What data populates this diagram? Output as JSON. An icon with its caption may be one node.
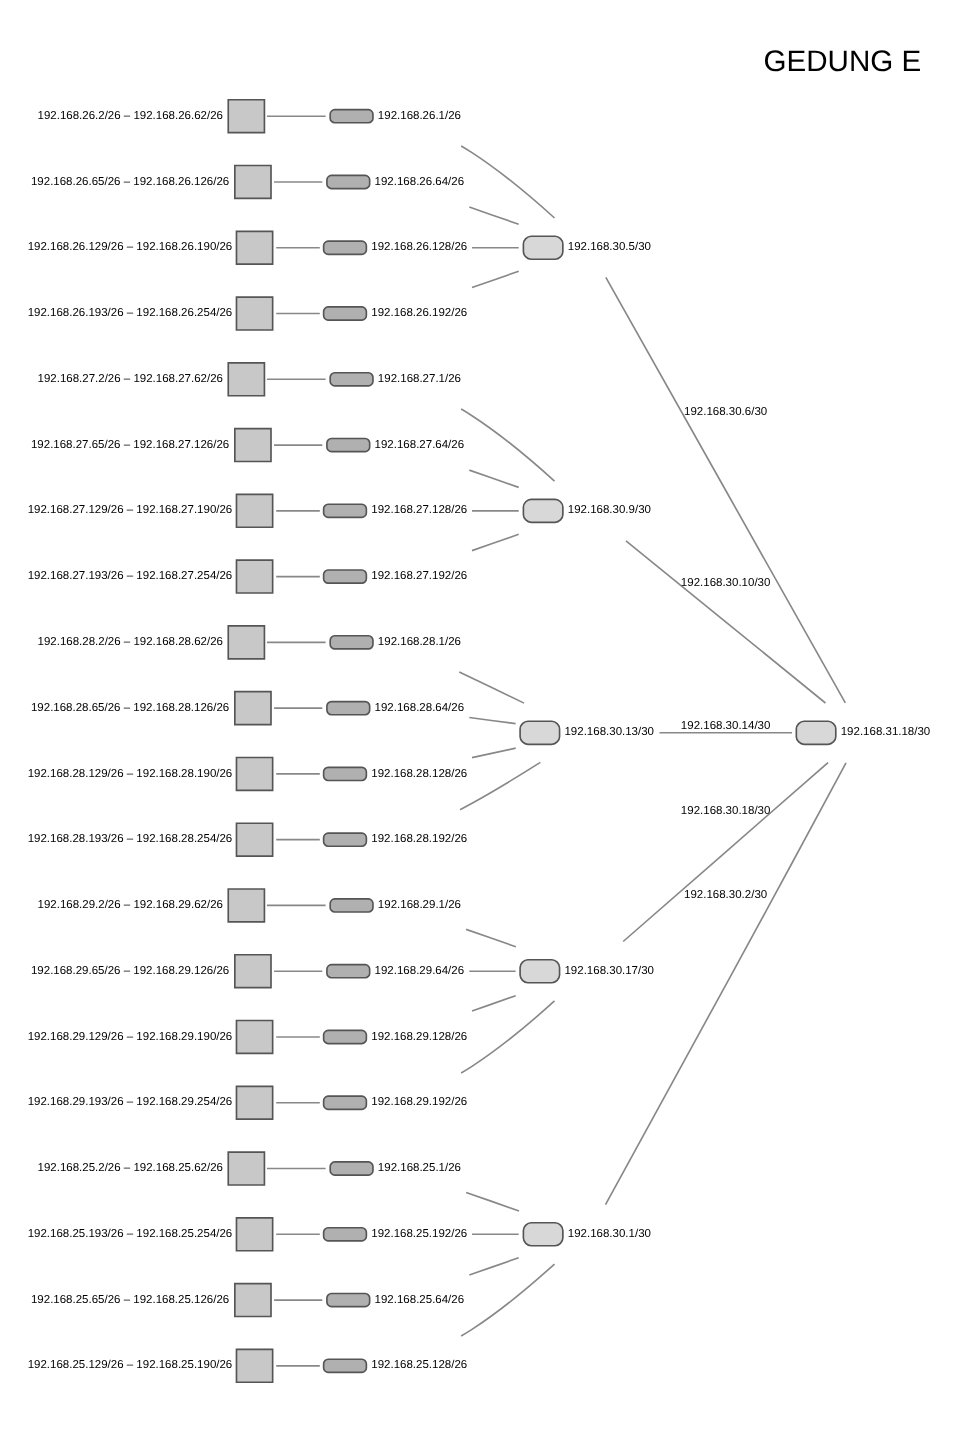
{
  "diagram": {
    "title": "GEDUNG E",
    "nodes": [
      {
        "text": [],
        "shape": "computer",
        "beside": [
          "192.168.25.2/26 – 192.168.25.62/26"
        ]
      },
      {
        "text": [],
        "shape": "switch",
        "beside": [
          "192.168.25.1/26"
        ]
      },
      {
        "text": [],
        "shape": "computer",
        "beside": [
          "192.168.25.65/26 – 192.168.25.126/26"
        ]
      },
      {
        "text": [],
        "shape": "switch",
        "beside": [
          "192.168.25.64/26"
        ]
      },
      {
        "text": [],
        "shape": "computer",
        "beside": [
          "192.168.25.129/26 – 192.168.25.190/26"
        ]
      },
      {
        "text": [],
        "shape": "switch",
        "beside": [
          "192.168.25.128/26"
        ]
      },
      {
        "text": [],
        "shape": "computer",
        "beside": [
          "192.168.25.193/26 – 192.168.25.254/26"
        ]
      },
      {
        "text": [],
        "shape": "switch",
        "beside": [
          "192.168.25.192/26"
        ]
      },
      {
        "text": [],
        "shape": "router",
        "beside": [
          "192.168.30.1/30"
        ]
      },
      {
        "text": [],
        "shape": "computer",
        "beside": [
          "192.168.26.2/26 – 192.168.26.62/26"
        ]
      },
      {
        "text": [],
        "shape": "switch",
        "beside": [
          "192.168.26.1/26"
        ]
      },
      {
        "text": [],
        "shape": "computer",
        "beside": [
          "192.168.26.65/26 – 192.168.26.126/26"
        ]
      },
      {
        "text": [],
        "shape": "switch",
        "beside": [
          "192.168.26.64/26"
        ]
      },
      {
        "text": [],
        "shape": "computer",
        "beside": [
          "192.168.26.129/26 – 192.168.26.190/26"
        ]
      },
      {
        "text": [],
        "shape": "switch",
        "beside": [
          "192.168.26.128/26"
        ]
      },
      {
        "text": [],
        "shape": "computer",
        "beside": [
          "192.168.26.193/26 – 192.168.26.254/26"
        ]
      },
      {
        "text": [],
        "shape": "switch",
        "beside": [
          "192.168.26.192/26"
        ]
      },
      {
        "text": [],
        "shape": "router",
        "beside": [
          "192.168.30.5/30"
        ]
      },
      {
        "text": [],
        "shape": "computer",
        "beside": [
          "192.168.27.2/26 – 192.168.27.62/26"
        ]
      },
      {
        "text": [],
        "shape": "switch",
        "beside": [
          "192.168.27.1/26"
        ]
      },
      {
        "text": [],
        "shape": "computer",
        "beside": [
          "192.168.27.65/26 – 192.168.27.126/26"
        ]
      },
      {
        "text": [],
        "shape": "switch",
        "beside": [
          "192.168.27.64/26"
        ]
      },
      {
        "text": [],
        "shape": "computer",
        "beside": [
          "192.168.27.129/26 – 192.168.27.190/26"
        ]
      },
      {
        "text": [],
        "shape": "switch",
        "beside": [
          "192.168.27.128/26"
        ]
      },
      {
        "text": [],
        "shape": "computer",
        "beside": [
          "192.168.27.193/26 – 192.168.27.254/26"
        ]
      },
      {
        "text": [],
        "shape": "switch",
        "beside": [
          "192.168.27.192/26"
        ]
      },
      {
        "text": [],
        "shape": "router",
        "beside": [
          "192.168.30.9/30"
        ]
      },
      {
        "text": [],
        "shape": "computer",
        "beside": [
          "192.168.28.2/26 – 192.168.28.62/26"
        ]
      },
      {
        "text": [],
        "shape": "switch",
        "beside": [
          "192.168.28.1/26"
        ]
      },
      {
        "text": [],
        "shape": "computer",
        "beside": [
          "192.168.28.65/26 – 192.168.28.126/26"
        ]
      },
      {
        "text": [],
        "shape": "switch",
        "beside": [
          "192.168.28.64/26"
        ]
      },
      {
        "text": [],
        "shape": "computer",
        "beside": [
          "192.168.28.129/26 – 192.168.28.190/26"
        ]
      },
      {
        "text": [],
        "shape": "switch",
        "beside": [
          "192.168.28.128/26"
        ]
      },
      {
        "text": [],
        "shape": "computer",
        "beside": [
          "192.168.28.193/26 – 192.168.28.254/26"
        ]
      },
      {
        "text": [],
        "shape": "switch",
        "beside": [
          "192.168.28.192/26"
        ]
      },
      {
        "text": [],
        "shape": "router",
        "beside": [
          "192.168.30.13/30"
        ]
      },
      {
        "text": [],
        "shape": "computer",
        "beside": [
          "192.168.29.2/26 – 192.168.29.62/26"
        ]
      },
      {
        "text": [],
        "shape": "switch",
        "beside": [
          "192.168.29.1/26"
        ]
      },
      {
        "text": [],
        "shape": "computer",
        "beside": [
          "192.168.29.65/26 – 192.168.29.126/26"
        ]
      },
      {
        "text": [],
        "shape": "switch",
        "beside": [
          "192.168.29.64/26"
        ]
      },
      {
        "text": [],
        "shape": "computer",
        "beside": [
          "192.168.29.129/26 – 192.168.29.190/26"
        ]
      },
      {
        "text": [],
        "shape": "switch",
        "beside": [
          "192.168.29.128/26"
        ]
      },
      {
        "text": [],
        "shape": "computer",
        "beside": [
          "192.168.29.193/26 – 192.168.29.254/26"
        ]
      },
      {
        "text": [],
        "shape": "switch",
        "beside": [
          "192.168.29.192/26"
        ]
      },
      {
        "text": [],
        "shape": "router",
        "beside": [
          "192.168.30.17/30"
        ]
      },
      {
        "text": [],
        "shape": "router",
        "beside": [
          "192.168.31.18/30"
        ]
      }
    ],
    "edges": [
      {
        "from": 0,
        "to": 1,
        "arrow": "none"
      },
      {
        "from": 2,
        "to": 3,
        "arrow": "none"
      },
      {
        "from": 4,
        "to": 5,
        "arrow": "none"
      },
      {
        "from": 6,
        "to": 7,
        "arrow": "none"
      },
      {
        "from": 1,
        "to": 8,
        "arrow": "none"
      },
      {
        "from": 3,
        "to": 8,
        "arrow": "none"
      },
      {
        "from": 5,
        "to": 8,
        "arrow": "none"
      },
      {
        "from": 7,
        "to": 8,
        "arrow": "none"
      },
      {
        "from": 8,
        "to": 45,
        "arrow": "none",
        "label": "192.168.30.2/30"
      },
      {
        "from": 9,
        "to": 10,
        "arrow": "none"
      },
      {
        "from": 11,
        "to": 12,
        "arrow": "none"
      },
      {
        "from": 13,
        "to": 14,
        "arrow": "none"
      },
      {
        "from": 15,
        "to": 16,
        "arrow": "none"
      },
      {
        "from": 10,
        "to": 17,
        "arrow": "none"
      },
      {
        "from": 12,
        "to": 17,
        "arrow": "none"
      },
      {
        "from": 14,
        "to": 17,
        "arrow": "none"
      },
      {
        "from": 16,
        "to": 17,
        "arrow": "none"
      },
      {
        "from": 17,
        "to": 45,
        "arrow": "none",
        "label": "192.168.30.6/30"
      },
      {
        "from": 18,
        "to": 19,
        "arrow": "none"
      },
      {
        "from": 20,
        "to": 21,
        "arrow": "none"
      },
      {
        "from": 22,
        "to": 23,
        "arrow": "none"
      },
      {
        "from": 24,
        "to": 25,
        "arrow": "none"
      },
      {
        "from": 19,
        "to": 26,
        "arrow": "none"
      },
      {
        "from": 21,
        "to": 26,
        "arrow": "none"
      },
      {
        "from": 23,
        "to": 26,
        "arrow": "none"
      },
      {
        "from": 25,
        "to": 26,
        "arrow": "none"
      },
      {
        "from": 26,
        "to": 45,
        "arrow": "none",
        "label": "192.168.30.10/30"
      },
      {
        "from": 27,
        "to": 28,
        "arrow": "none"
      },
      {
        "from": 29,
        "to": 30,
        "arrow": "none"
      },
      {
        "from": 31,
        "to": 32,
        "arrow": "none"
      },
      {
        "from": 33,
        "to": 34,
        "arrow": "none"
      },
      {
        "from": 28,
        "to": 35,
        "arrow": "none"
      },
      {
        "from": 30,
        "to": 35,
        "arrow": "none"
      },
      {
        "from": 32,
        "to": 35,
        "arrow": "none"
      },
      {
        "from": 34,
        "to": 35,
        "arrow": "none"
      },
      {
        "from": 35,
        "to": 45,
        "arrow": "none",
        "label": "192.168.30.14/30"
      },
      {
        "from": 36,
        "to": 37,
        "arrow": "none"
      },
      {
        "from": 38,
        "to": 39,
        "arrow": "none"
      },
      {
        "from": 40,
        "to": 41,
        "arrow": "none"
      },
      {
        "from": 42,
        "to": 43,
        "arrow": "none"
      },
      {
        "from": 37,
        "to": 44,
        "arrow": "none"
      },
      {
        "from": 39,
        "to": 44,
        "arrow": "none"
      },
      {
        "from": 41,
        "to": 44,
        "arrow": "none"
      },
      {
        "from": 43,
        "to": 44,
        "arrow": "none"
      },
      {
        "from": 44,
        "to": 45,
        "arrow": "none",
        "label": "192.168.30.18/30"
      }
    ]
  }
}
